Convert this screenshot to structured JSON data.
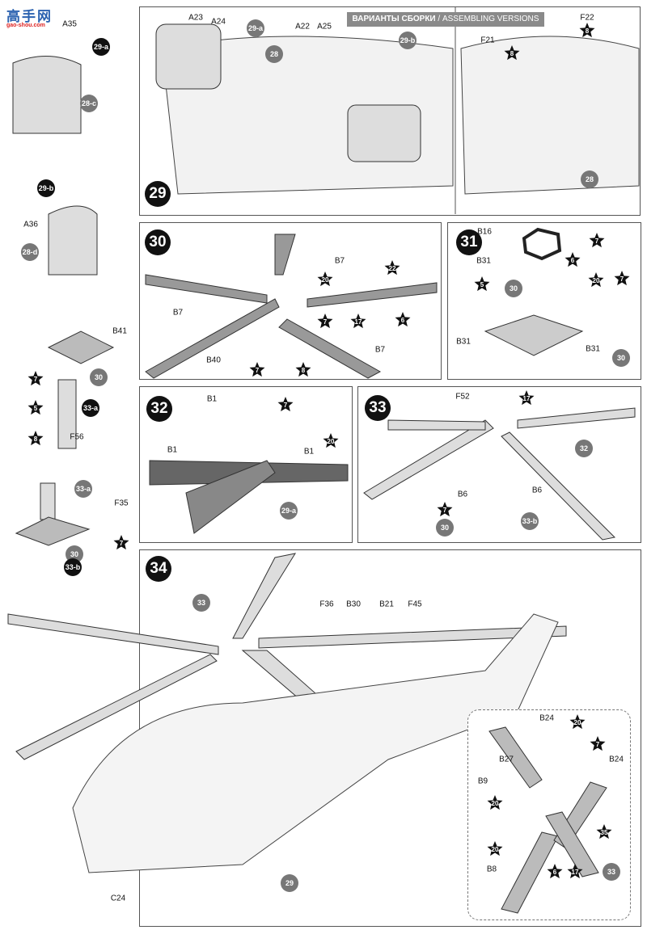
{
  "header": {
    "title_ru": "ВАРИАНТЫ СБОРКИ",
    "title_sep": " / ",
    "title_en": "ASSEMBLING VERSIONS"
  },
  "watermark": {
    "text": "高手网",
    "url_text": "gao-shou.com"
  },
  "colors": {
    "star": "#111111",
    "gray_callout": "#777777",
    "header_bar": "#8a8a8a",
    "part_fill": "#d8d8d8",
    "part_dark": "#555555"
  },
  "steps": [
    "29",
    "30",
    "31",
    "32",
    "33",
    "34"
  ],
  "labels": {
    "left": [
      {
        "type": "text",
        "text": "A35"
      },
      {
        "type": "black",
        "text": "29-a"
      },
      {
        "type": "gray",
        "text": "28-c"
      },
      {
        "type": "black",
        "text": "29-b"
      },
      {
        "type": "text",
        "text": "A36"
      },
      {
        "type": "gray",
        "text": "28-d"
      },
      {
        "type": "text",
        "text": "B41"
      },
      {
        "type": "star",
        "text": "7"
      },
      {
        "type": "gray",
        "text": "30"
      },
      {
        "type": "star",
        "text": "5"
      },
      {
        "type": "black",
        "text": "33-a"
      },
      {
        "type": "star",
        "text": "8"
      },
      {
        "type": "text",
        "text": "F56"
      },
      {
        "type": "gray",
        "text": "33-a"
      },
      {
        "type": "text",
        "text": "F35"
      },
      {
        "type": "gray",
        "text": "30"
      },
      {
        "type": "star",
        "text": "7"
      },
      {
        "type": "black",
        "text": "33-b"
      }
    ],
    "step29": [
      {
        "type": "text",
        "text": "A23"
      },
      {
        "type": "text",
        "text": "A24"
      },
      {
        "type": "gray",
        "text": "29-a"
      },
      {
        "type": "text",
        "text": "A22"
      },
      {
        "type": "text",
        "text": "A25"
      },
      {
        "type": "gray",
        "text": "28"
      },
      {
        "type": "gray",
        "text": "29-b"
      },
      {
        "type": "text",
        "text": "F21"
      },
      {
        "type": "star",
        "text": "8"
      },
      {
        "type": "text",
        "text": "F22"
      },
      {
        "type": "star",
        "text": "8"
      },
      {
        "type": "gray",
        "text": "28"
      }
    ],
    "step30": [
      {
        "type": "text",
        "text": "B7"
      },
      {
        "type": "star",
        "text": "22"
      },
      {
        "type": "star",
        "text": "20"
      },
      {
        "type": "text",
        "text": "B7"
      },
      {
        "type": "star",
        "text": "7"
      },
      {
        "type": "star",
        "text": "17"
      },
      {
        "type": "star",
        "text": "6"
      },
      {
        "type": "text",
        "text": "B7"
      },
      {
        "type": "text",
        "text": "B40"
      },
      {
        "type": "star",
        "text": "7"
      },
      {
        "type": "star",
        "text": "8"
      }
    ],
    "step31": [
      {
        "type": "text",
        "text": "B16"
      },
      {
        "type": "star",
        "text": "7"
      },
      {
        "type": "text",
        "text": "B31"
      },
      {
        "type": "star",
        "text": "6"
      },
      {
        "type": "star",
        "text": "20"
      },
      {
        "type": "star",
        "text": "7"
      },
      {
        "type": "star",
        "text": "5"
      },
      {
        "type": "gray",
        "text": "30"
      },
      {
        "type": "text",
        "text": "B31"
      },
      {
        "type": "text",
        "text": "B31"
      },
      {
        "type": "gray",
        "text": "30"
      }
    ],
    "step32": [
      {
        "type": "text",
        "text": "B1"
      },
      {
        "type": "star",
        "text": "7"
      },
      {
        "type": "text",
        "text": "B1"
      },
      {
        "type": "text",
        "text": "B1"
      },
      {
        "type": "star",
        "text": "20"
      },
      {
        "type": "gray",
        "text": "29-a"
      }
    ],
    "step33": [
      {
        "type": "text",
        "text": "F52"
      },
      {
        "type": "star",
        "text": "17"
      },
      {
        "type": "gray",
        "text": "32"
      },
      {
        "type": "text",
        "text": "B6"
      },
      {
        "type": "text",
        "text": "B6"
      },
      {
        "type": "star",
        "text": "7"
      },
      {
        "type": "gray",
        "text": "30"
      },
      {
        "type": "gray",
        "text": "33-b"
      }
    ],
    "step34": [
      {
        "type": "gray",
        "text": "33"
      },
      {
        "type": "text",
        "text": "F36"
      },
      {
        "type": "text",
        "text": "B30"
      },
      {
        "type": "text",
        "text": "B21"
      },
      {
        "type": "text",
        "text": "F45"
      },
      {
        "type": "gray",
        "text": "29"
      },
      {
        "type": "text",
        "text": "C24"
      },
      {
        "type": "text",
        "text": "B24"
      },
      {
        "type": "star",
        "text": "20"
      },
      {
        "type": "star",
        "text": "7"
      },
      {
        "type": "text",
        "text": "B27"
      },
      {
        "type": "text",
        "text": "B24"
      },
      {
        "type": "text",
        "text": "B9"
      },
      {
        "type": "star",
        "text": "20"
      },
      {
        "type": "star",
        "text": "35"
      },
      {
        "type": "star",
        "text": "20"
      },
      {
        "type": "text",
        "text": "B8"
      },
      {
        "type": "star",
        "text": "6"
      },
      {
        "type": "star",
        "text": "17"
      },
      {
        "type": "gray",
        "text": "33"
      }
    ]
  }
}
